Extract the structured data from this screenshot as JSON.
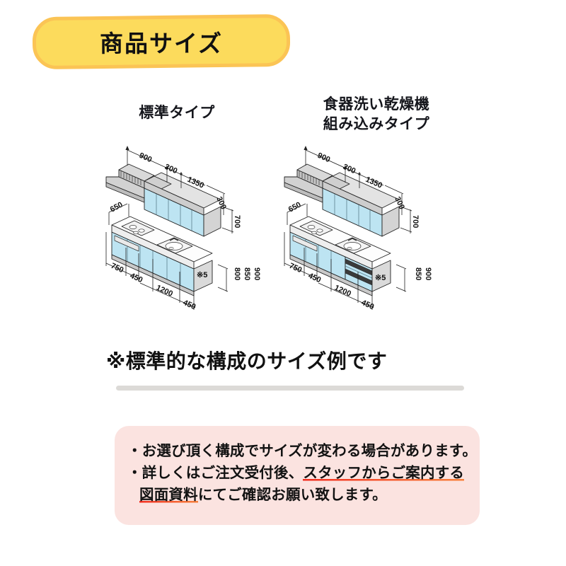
{
  "banner": {
    "title": "商品サイズ",
    "fill": "#fcdb5c",
    "border": "#fbc455"
  },
  "columns": [
    {
      "id": "standard",
      "title_line1": "標準タイプ",
      "title_line2": "",
      "upper": {
        "dims_top": [
          "900",
          "300",
          "1350"
        ],
        "dim_depth": "300",
        "dim_height": "700",
        "dim_counter_depth": "650"
      },
      "lower": {
        "dims_front": [
          "750",
          "450",
          "1200",
          "450"
        ],
        "panel_label": "※5",
        "dims_height": [
          "800",
          "850",
          "900"
        ],
        "height_label": "800・850・900"
      },
      "has_dishwasher": false
    },
    {
      "id": "dishwasher",
      "title_line1": "食器洗い乾燥機",
      "title_line2": "組み込みタイプ",
      "upper": {
        "dims_top": [
          "900",
          "300",
          "1350"
        ],
        "dim_depth": "300",
        "dim_height": "700",
        "dim_counter_depth": "650"
      },
      "lower": {
        "dims_front": [
          "750",
          "450",
          "1200",
          "450"
        ],
        "panel_label": "※5",
        "dims_height": [
          "850",
          "900"
        ],
        "height_label": "850・900"
      },
      "has_dishwasher": true
    }
  ],
  "caption": "※標準的な構成のサイズ例です",
  "notice": {
    "line1": "・お選び頂く構成でサイズが変わる場合があります。",
    "line2_plain": "・詳しくはご注文受付後、",
    "line2_underlined": "スタッフからご案内する",
    "line3_underlined": "図面資料",
    "line3_plain": "にてご確認お願い致します。",
    "background": "#fbe3e0",
    "underline_color": "#f22d20"
  },
  "palette": {
    "door_blue": "#bde4f2",
    "door_blue_dark": "#a8d8ec",
    "cabinet_gray": "#d9d9d9",
    "cabinet_gray_dark": "#b9b9b9",
    "top_white": "#fdfdfd",
    "line": "#222222"
  }
}
